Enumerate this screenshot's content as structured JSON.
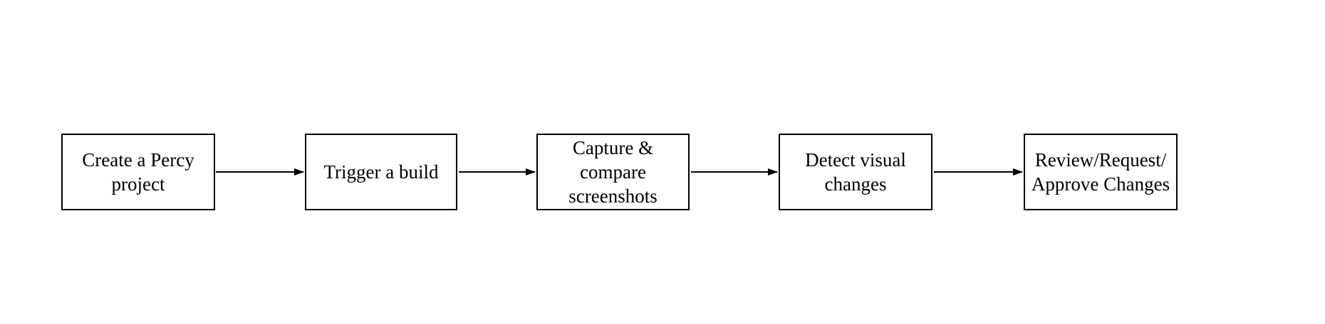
{
  "diagram": {
    "type": "flowchart",
    "background_color": "#ffffff",
    "node_fill_color": "#ffffff",
    "node_border_color": "#000000",
    "text_color": "#000000",
    "connector_color": "#000000",
    "nodes": [
      {
        "id": "create-percy-project",
        "label": "Create a Percy project",
        "lines": [
          "Create a Percy",
          "project"
        ]
      },
      {
        "id": "trigger-build",
        "label": "Trigger a build",
        "lines": [
          "Trigger a build"
        ]
      },
      {
        "id": "capture-compare",
        "label": "Capture & compare screenshots",
        "lines": [
          "Capture &",
          "compare",
          "screenshots"
        ]
      },
      {
        "id": "detect-changes",
        "label": "Detect visual changes",
        "lines": [
          "Detect visual",
          "changes"
        ]
      },
      {
        "id": "review-approve",
        "label": "Review/Request/ Approve Changes",
        "lines": [
          "Review/Request/",
          "Approve Changes"
        ]
      }
    ],
    "connectors": [
      {
        "from": "create-percy-project",
        "to": "trigger-build"
      },
      {
        "from": "trigger-build",
        "to": "capture-compare"
      },
      {
        "from": "capture-compare",
        "to": "detect-changes"
      },
      {
        "from": "detect-changes",
        "to": "review-approve"
      }
    ]
  }
}
